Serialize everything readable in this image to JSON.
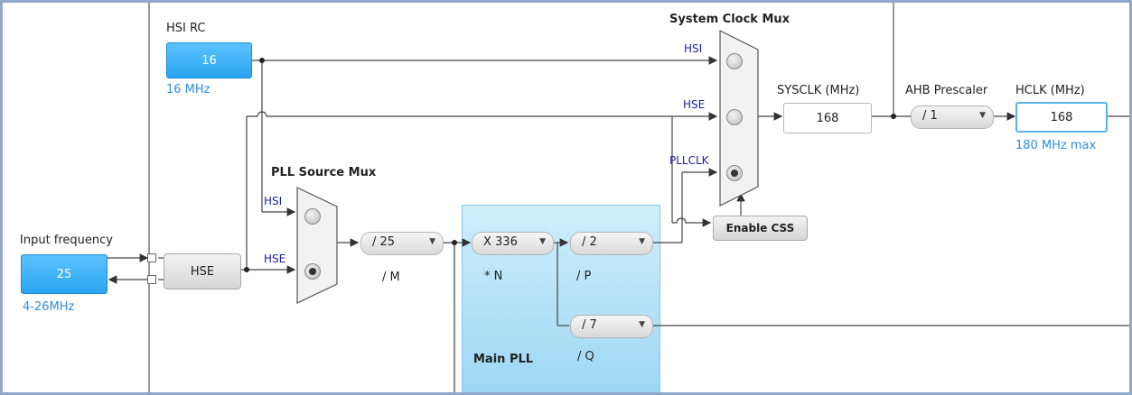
{
  "hsi_rc": {
    "title": "HSI RC",
    "value": "16",
    "freq": "16 MHz"
  },
  "input": {
    "title": "Input frequency",
    "value": "25",
    "range": "4-26MHz"
  },
  "hse": {
    "label": "HSE"
  },
  "pll_source_mux": {
    "title": "PLL Source Mux",
    "hsi": "HSI",
    "hse": "HSE",
    "selected": "HSE"
  },
  "div_m": {
    "value": "/ 25",
    "caption": "/ M"
  },
  "main_pll": {
    "title": "Main PLL",
    "mul_n": {
      "value": "X 336",
      "caption": "* N"
    },
    "div_p": {
      "value": "/ 2",
      "caption": "/ P"
    },
    "div_q": {
      "value": "/ 7",
      "caption": "/ Q"
    }
  },
  "system_clock_mux": {
    "title": "System Clock Mux",
    "hsi": "HSI",
    "hse": "HSE",
    "pllclk": "PLLCLK",
    "selected": "PLLCLK"
  },
  "enable_css": {
    "label": "Enable CSS"
  },
  "sysclk": {
    "title": "SYSCLK (MHz)",
    "value": "168"
  },
  "ahb": {
    "title": "AHB Prescaler",
    "value": "/ 1"
  },
  "hclk": {
    "title": "HCLK (MHz)",
    "value": "168",
    "max": "180 MHz max"
  },
  "icons": {
    "dropdown": "chevron-down-icon",
    "junction": "junction-dot-icon",
    "arrow": "arrow-right-icon"
  },
  "colors": {
    "blue_box": "#2aa5f0",
    "pll_panel": "#bfe7fa",
    "frame": "#8fa8cc",
    "label_blue": "#2f8fd8",
    "mux_label": "#1b1f9a"
  }
}
